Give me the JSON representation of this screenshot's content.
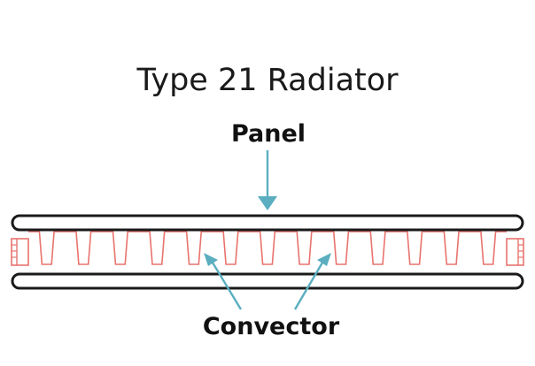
{
  "title": "Type 21 Radiator",
  "labels": {
    "panel": "Panel",
    "convector": "Convector"
  },
  "colors": {
    "panel_outline": "#1a1a1a",
    "convector_stroke": "#e8736e",
    "arrow": "#5aaec0",
    "text": "#111111"
  },
  "convector_fin_count": 13
}
